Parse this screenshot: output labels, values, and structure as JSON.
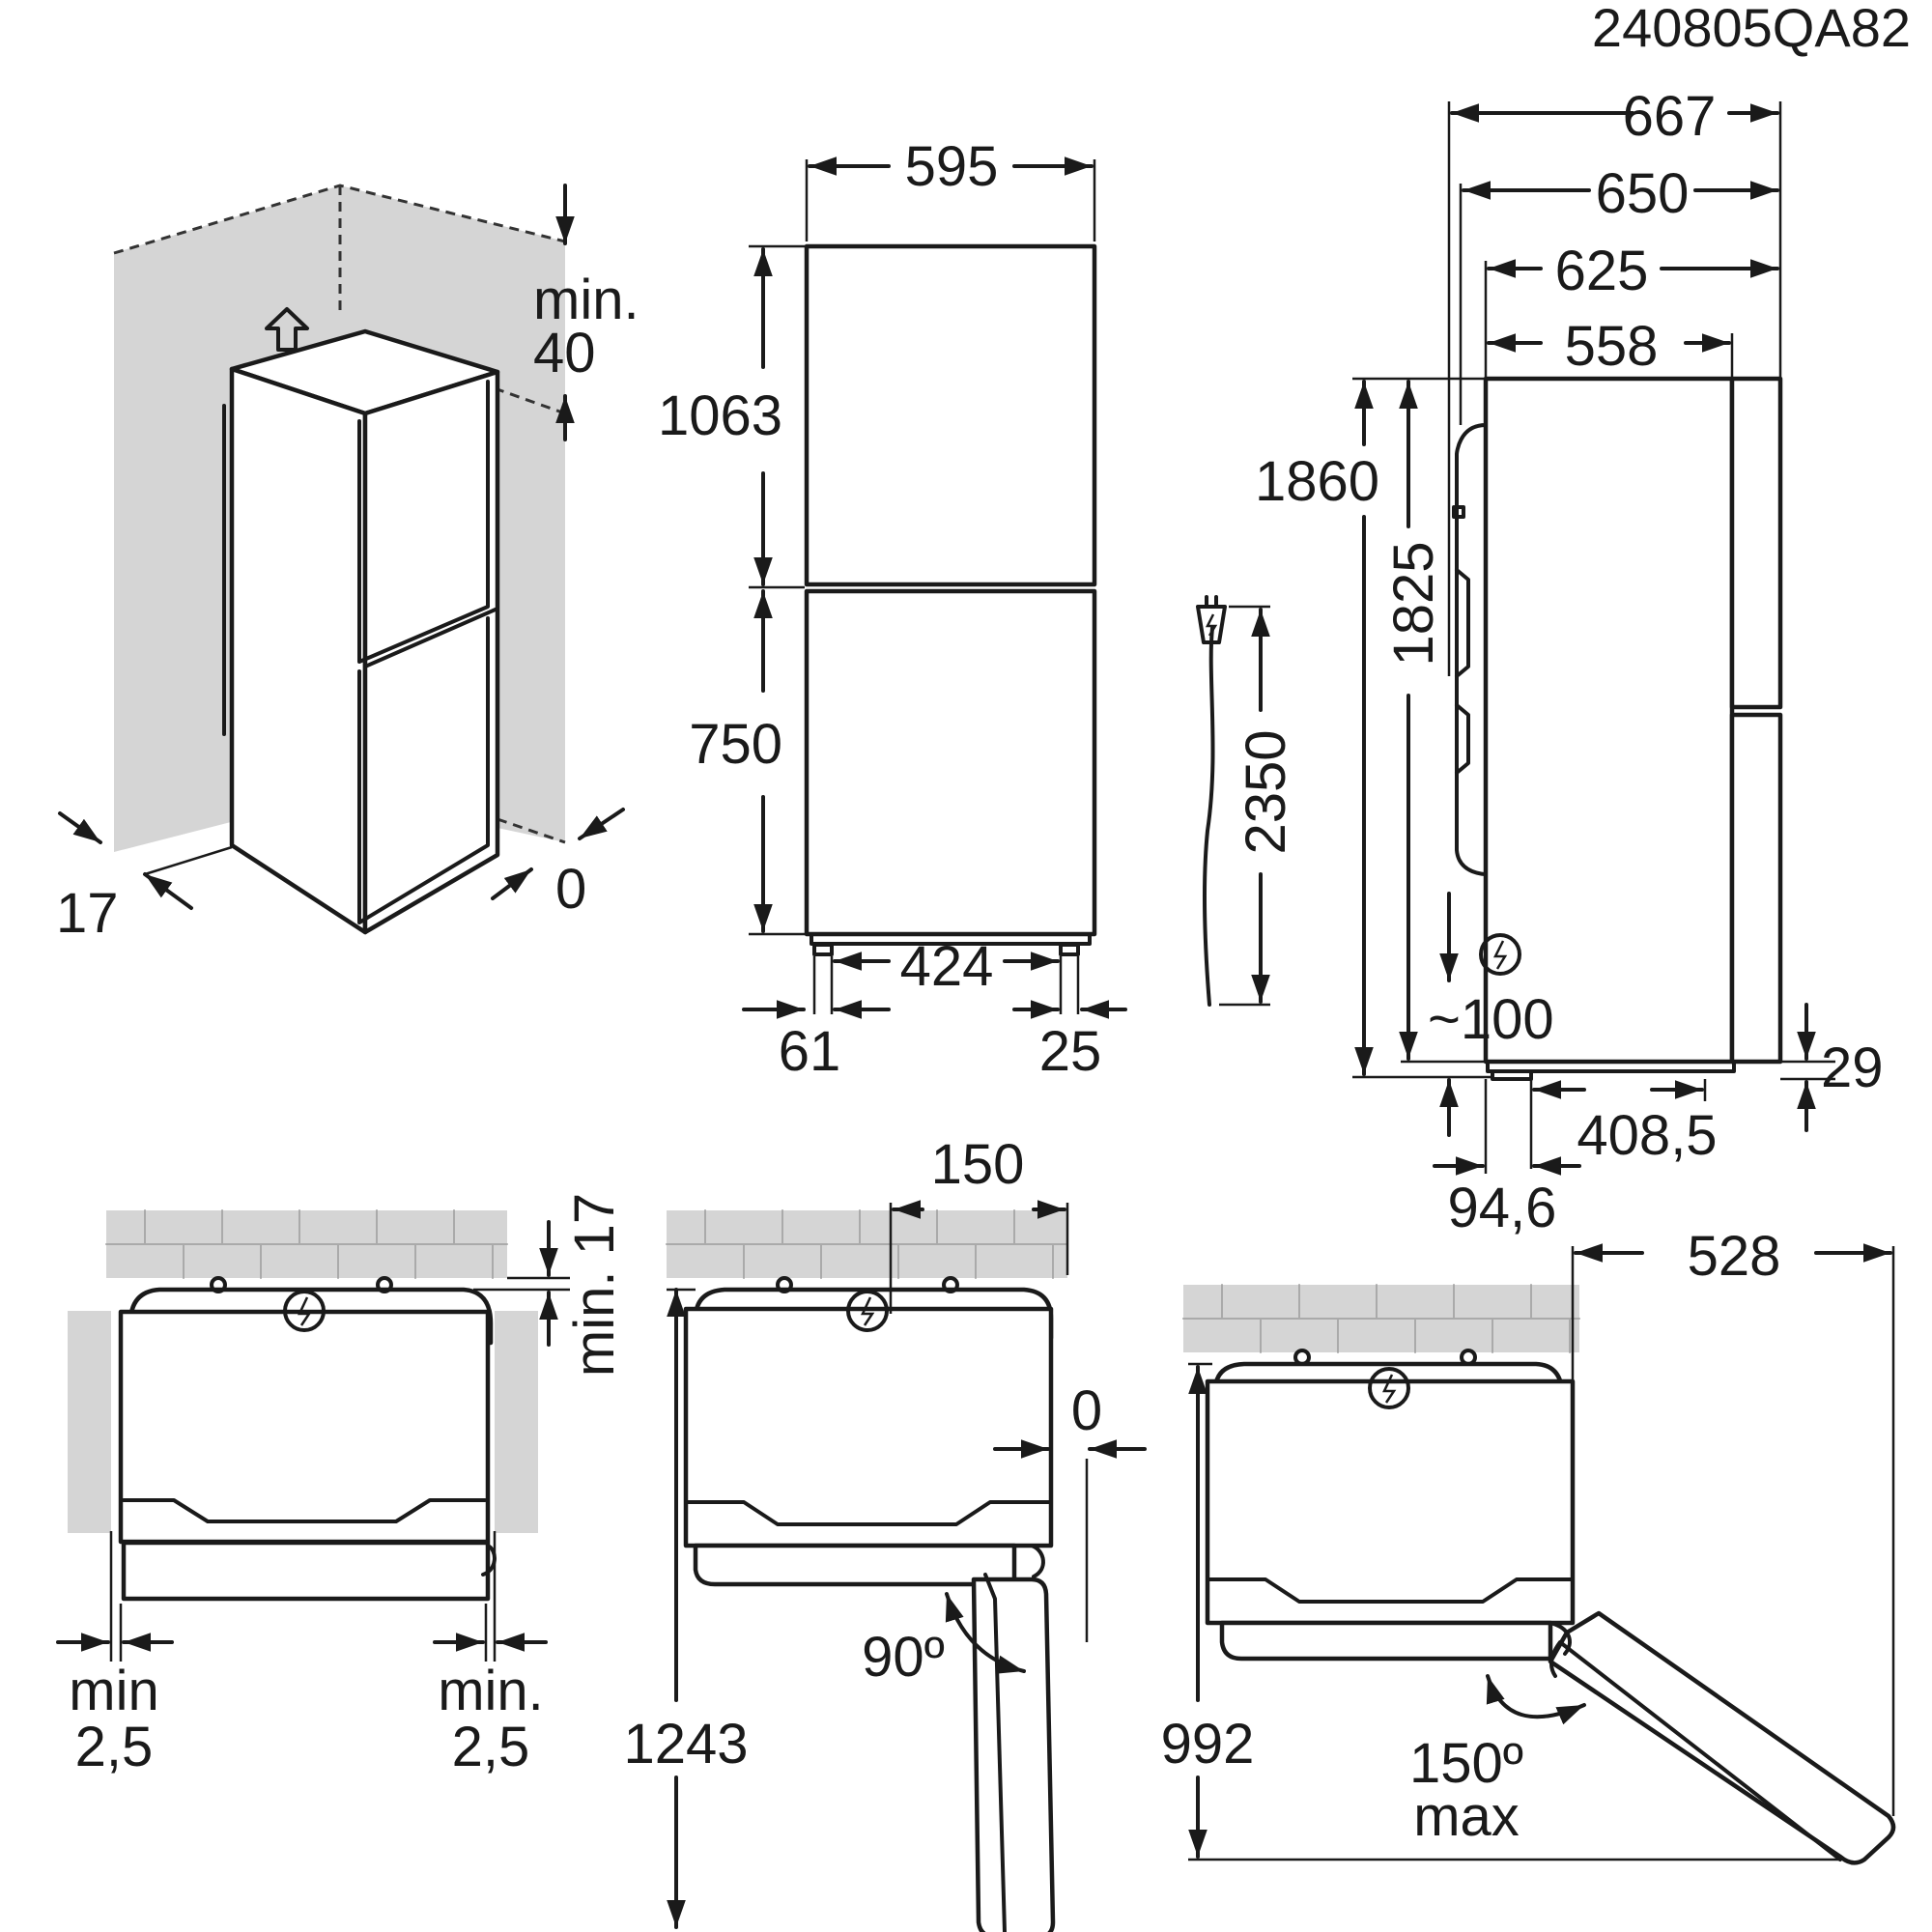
{
  "drawing_code": "240805QA82",
  "clearances": {
    "top": "min.",
    "top_value": "40",
    "side_left": "17",
    "rear": "0"
  },
  "front_view": {
    "width": "595",
    "upper_height": "1063",
    "lower_height": "750",
    "foot_spacing": "424",
    "left_offset": "61",
    "right_offset": "25"
  },
  "cable": {
    "length": "2350"
  },
  "side_view": {
    "depth_total": "667",
    "depth_650": "650",
    "depth_625": "625",
    "depth_558": "558",
    "height_total": "1860",
    "height_body": "1825",
    "plug_height": "~100",
    "foot_height": "29",
    "foot_depth": "408,5",
    "front_offset": "94,6"
  },
  "top_view_1": {
    "rear_gap_label": "min. 17",
    "left_gap_label": "min",
    "left_gap_value": "2,5",
    "right_gap_label": "min.",
    "right_gap_value": "2,5"
  },
  "top_view_2": {
    "offset": "150",
    "side_gap": "0",
    "angle": "90º",
    "depth": "1243"
  },
  "top_view_3": {
    "width": "528",
    "angle": "150º",
    "angle_note": "max",
    "depth": "992"
  }
}
